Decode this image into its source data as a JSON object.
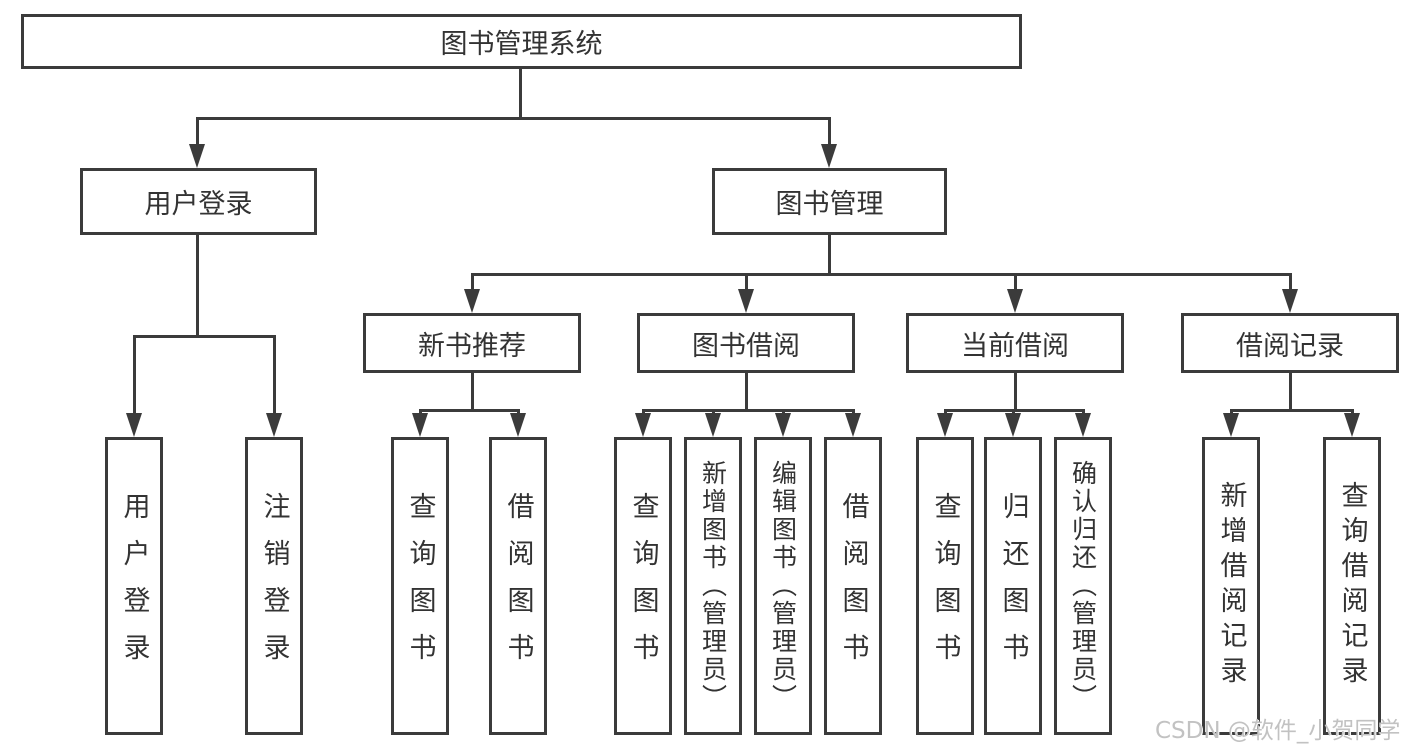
{
  "tree": {
    "root": "图书管理系统",
    "branches": [
      {
        "label": "用户登录",
        "leaves": [
          "用户登录",
          "注销登录"
        ]
      },
      {
        "label": "图书管理",
        "sections": [
          {
            "label": "新书推荐",
            "leaves": [
              "查询图书",
              "借阅图书"
            ]
          },
          {
            "label": "图书借阅",
            "leaves": [
              "查询图书",
              "新增图书（管理员）",
              "编辑图书（管理员）",
              "借阅图书"
            ]
          },
          {
            "label": "当前借阅",
            "leaves": [
              "查询图书",
              "归还图书",
              "确认归还（管理员）"
            ]
          },
          {
            "label": "借阅记录",
            "leaves": [
              "新增借阅记录",
              "查询借阅记录"
            ]
          }
        ]
      }
    ]
  },
  "watermark": "CSDN @软件_小贺同学",
  "colors": {
    "line": "#3b3b3b",
    "text": "#333333",
    "watermark": "#c2c2c2",
    "background": "#ffffff"
  }
}
